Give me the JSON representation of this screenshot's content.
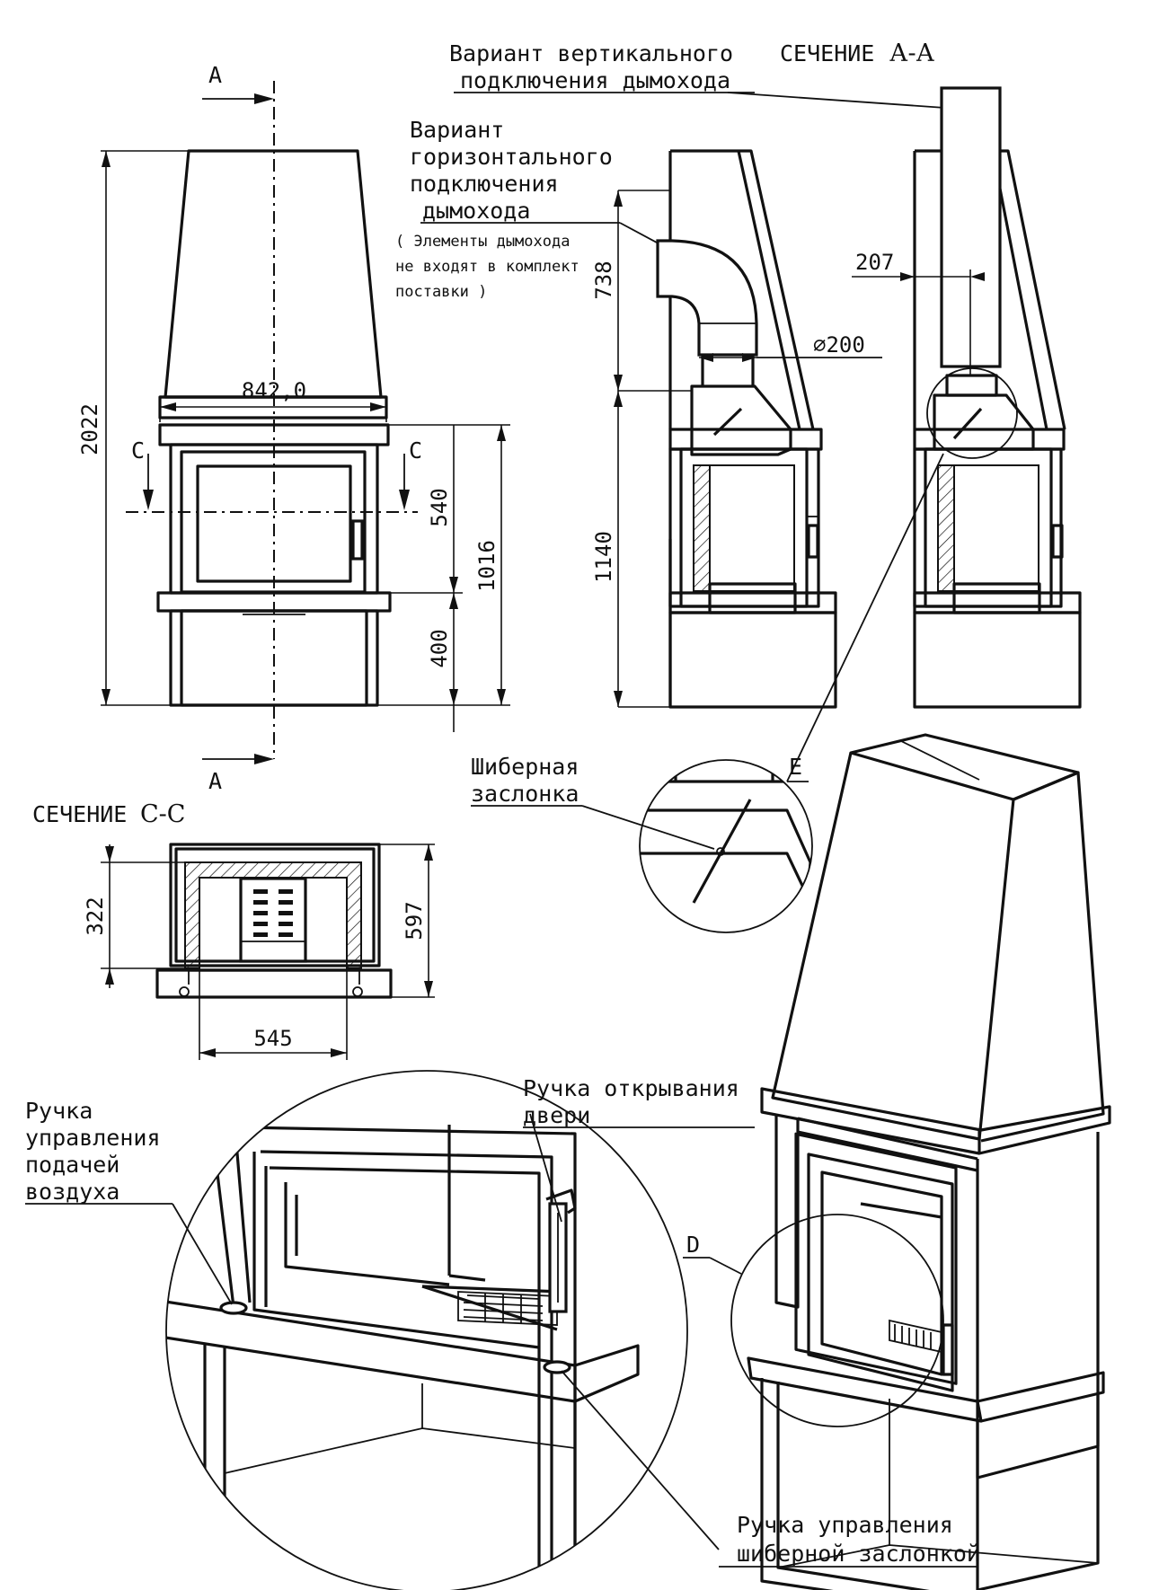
{
  "labels": {
    "vertical_connection_line1": "Вариант вертикального",
    "vertical_connection_line2": "подключения дымохода",
    "section_aa_prefix": "СЕЧЕНИЕ",
    "section_aa_letters": "А-А",
    "horizontal_connection_line1": "Вариант",
    "horizontal_connection_line2": "горизонтального",
    "horizontal_connection_line3": "подключения",
    "horizontal_connection_line4": "дымохода",
    "note_line1": "( Элементы дымохода",
    "note_line2": "не входят в комплект",
    "note_line3": "поставки )",
    "damper_line1": "Шиберная",
    "damper_line2": "заслонка",
    "section_cc_prefix": "СЕЧЕНИЕ",
    "section_cc_letters": "С-С",
    "door_handle_line1": "Ручка открывания",
    "door_handle_line2": "двери",
    "air_handle_line1": "Ручка",
    "air_handle_line2": "управления",
    "air_handle_line3": "подачей",
    "air_handle_line4": "воздуха",
    "damper_handle_line1": "Ручка управления",
    "damper_handle_line2": "шиберной заслонкой"
  },
  "markers": {
    "section_a_top": "А",
    "section_a_bottom": "А",
    "section_c_left": "С",
    "section_c_right": "С",
    "detail_e": "Е",
    "detail_d": "D"
  },
  "dimensions": {
    "height_total": "2022",
    "width_hood": "842,0",
    "height_door_axis": "540",
    "height_body": "1016",
    "height_base": "400",
    "height_flue": "738",
    "height_insert": "1140",
    "flue_diameter": "∅200",
    "flue_offset": "207",
    "depth_firebox": "322",
    "depth_total": "597",
    "width_firebox": "545"
  }
}
